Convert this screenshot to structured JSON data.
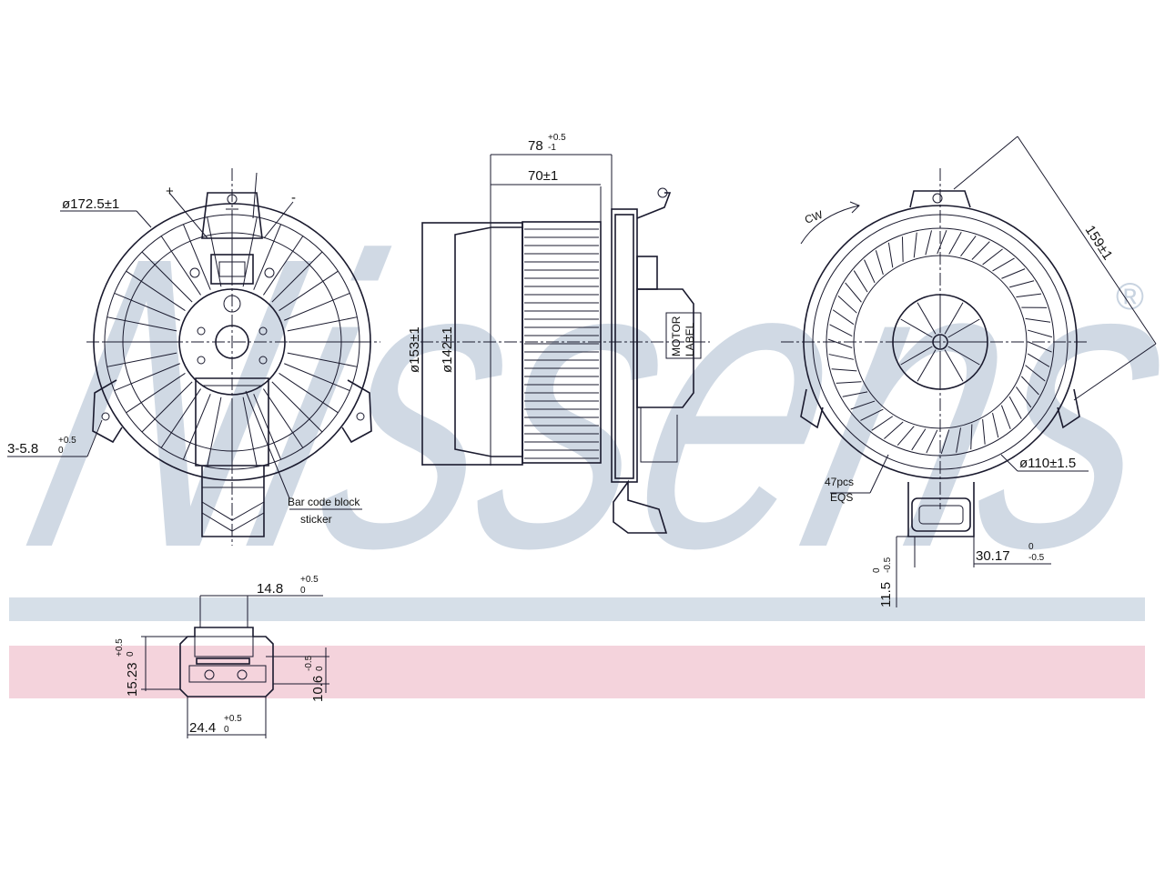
{
  "brand": {
    "watermark": "Nissens",
    "registered_mark": "®",
    "band_colors": {
      "blue": "#d6dfe8",
      "red": "#f4d3dc"
    },
    "watermark_color": "#c8d3e0"
  },
  "front_view": {
    "diameter": "ø172.5±1",
    "plus_terminal": "+",
    "minus_terminal": "-",
    "mounting_holes_main": "3-5.8",
    "mounting_holes_tol_top": "+0.5",
    "mounting_holes_tol_bottom": "0",
    "sticker_label_line1": "Bar code block",
    "sticker_label_line2": "sticker"
  },
  "side_view": {
    "overall_width_main": "78",
    "overall_width_tol_top": "+0.5",
    "overall_width_tol_bottom": "-1",
    "wheel_width": "70±1",
    "outer_diameter": "ø153±1",
    "inner_diameter": "ø142±1",
    "motor_label_line1": "MOTOR",
    "motor_label_line2": "LABEL"
  },
  "rear_view": {
    "rotation": "CW",
    "diagonal": "159±1",
    "hub_diameter": "ø110±1.5",
    "blades_line1": "47pcs",
    "blades_line2": "EQS",
    "connector_offset_main": "30.17",
    "connector_offset_tol_top": "0",
    "connector_offset_tol_bottom": "-0.5",
    "connector_height_main": "11.5",
    "connector_height_tol_top": "0",
    "connector_height_tol_bottom": "-0.5"
  },
  "connector_detail": {
    "width_top_main": "14.8",
    "width_top_tol_top": "+0.5",
    "width_top_tol_bottom": "0",
    "height_left_main": "15.23",
    "height_left_tol_top": "+0.5",
    "height_left_tol_bottom": "0",
    "height_right_main": "10.6",
    "height_right_tol_top": "-0.5",
    "height_right_tol_bottom": "0",
    "width_bottom_main": "24.4",
    "width_bottom_tol_top": "+0.5",
    "width_bottom_tol_bottom": "0"
  }
}
